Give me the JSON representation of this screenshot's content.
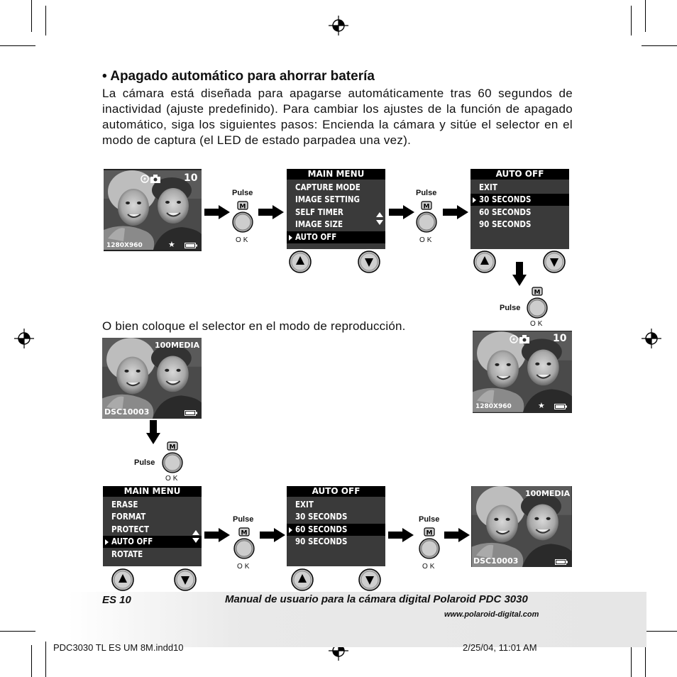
{
  "heading": "• Apagado automático para ahorrar batería",
  "paragraph1": "La cámara está diseñada para apagarse automáticamente tras 60 segundos de inactividad (ajuste predefinido). Para cambiar los ajustes de la función de apagado automático, siga los siguientes pasos: Encienda la cámara y sitúe el selector en el modo de captura (el LED de estado parpadea una vez).",
  "paragraph2": "O bien coloque el selector en el modo de reproducción.",
  "pulse_label": "Pulse",
  "button": {
    "m_label": "M",
    "ok_label": "OK"
  },
  "capture_screen": {
    "count": "10",
    "resolution": "1280X960"
  },
  "playback_screen": {
    "folder": "100MEDIA",
    "file": "DSC10003"
  },
  "capture_menu": {
    "title": "MAIN MENU",
    "items": [
      "CAPTURE MODE",
      "IMAGE SETTING",
      "SELF TIMER",
      "IMAGE SIZE",
      "AUTO OFF"
    ],
    "selected": "AUTO OFF"
  },
  "auto_off_menu_capture": {
    "title": "AUTO OFF",
    "items": [
      "EXIT",
      "30 SECONDS",
      "60 SECONDS",
      "90 SECONDS"
    ],
    "selected": "30 SECONDS"
  },
  "playback_menu": {
    "title": "MAIN MENU",
    "items": [
      "ERASE",
      "FORMAT",
      "PROTECT",
      "AUTO OFF",
      "ROTATE"
    ],
    "selected": "AUTO OFF"
  },
  "auto_off_menu_playback": {
    "title": "AUTO OFF",
    "items": [
      "EXIT",
      "30 SECONDS",
      "60 SECONDS",
      "90 SECONDS"
    ],
    "selected": "60 SECONDS"
  },
  "icons": [
    "registration-mark-icon",
    "flash-icon",
    "camera-icon",
    "star-icon",
    "battery-icon",
    "up-triangle-icon",
    "down-triangle-icon",
    "right-arrow-icon",
    "down-arrow-icon"
  ],
  "footer": {
    "page": "ES 10",
    "title": "Manual de usuario para la cámara digital Polaroid PDC 3030",
    "url": "www.polaroid-digital.com"
  },
  "slug": {
    "file": "PDC3030 TL ES UM 8M.indd10",
    "date": "2/25/04, 11:01 AM"
  }
}
